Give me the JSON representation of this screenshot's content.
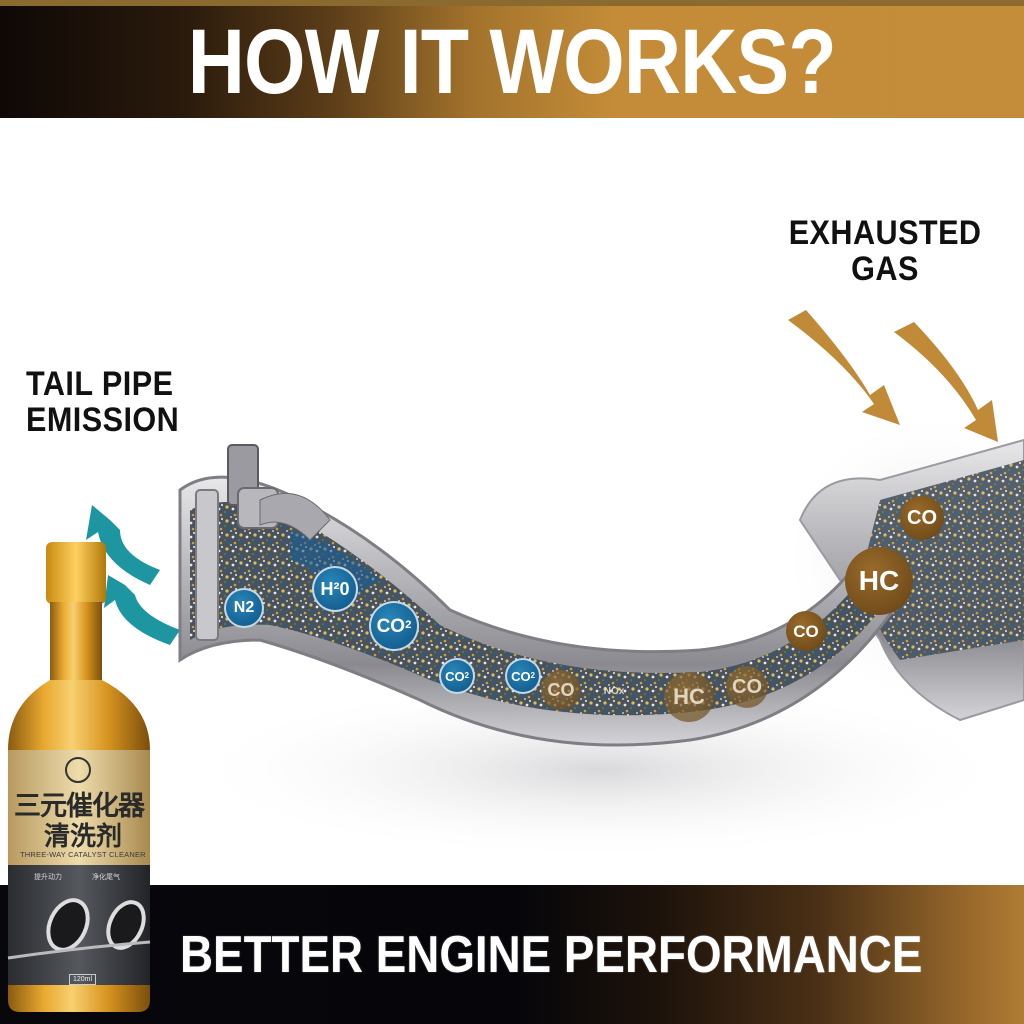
{
  "header": {
    "title": "HOW IT WORKS?",
    "gradient_colors": [
      "#0e0806",
      "#a2722c",
      "#c48d3a"
    ]
  },
  "labels": {
    "tail_pipe_line1": "TAIL PIPE",
    "tail_pipe_line2": "EMISSION",
    "exhausted_line1": "EXHAUSTED",
    "exhausted_line2": "GAS"
  },
  "molecules": {
    "clean": [
      {
        "label": "N2",
        "color": "#1a6fa3"
      },
      {
        "label": "H²0",
        "color": "#1a6fa3"
      },
      {
        "label": "CO",
        "sub": "2",
        "color": "#1a6fa3"
      },
      {
        "label": "CO",
        "sub": "2",
        "color": "#1a6fa3"
      },
      {
        "label": "CO",
        "sub": "2",
        "color": "#1a6fa3"
      }
    ],
    "pollutant": [
      {
        "label": "CO",
        "color": "#7a5220"
      },
      {
        "label": "HC",
        "color": "#7a5220"
      },
      {
        "label": "CO",
        "color": "#7a5220"
      },
      {
        "label": "CO",
        "color": "#8a6530"
      },
      {
        "label": "NOx",
        "color": "#8a6530"
      },
      {
        "label": "HC",
        "color": "#8a6530"
      },
      {
        "label": "CO",
        "color": "#8a6530"
      }
    ]
  },
  "arrows": {
    "exhaust_color": "#c08a38",
    "emission_color": "#1e96a2"
  },
  "product": {
    "label_cn_line1": "三元催化器",
    "label_cn_line2": "清洗剂",
    "label_en": "THREE-WAY CATALYST CLEANER",
    "feature_1": "提升动力",
    "feature_2": "净化尾气",
    "volume": "120ml"
  },
  "footer": {
    "title": "BETTER ENGINE PERFORMANCE"
  }
}
